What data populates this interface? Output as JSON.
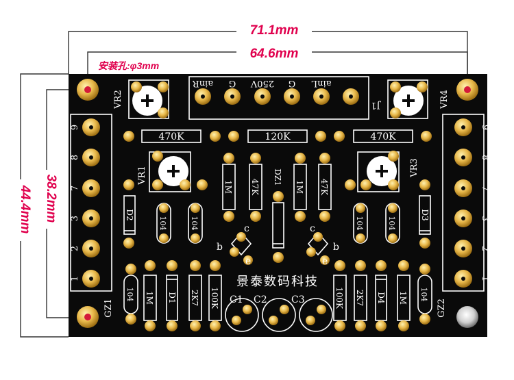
{
  "dimensions": {
    "overall_width": "71.1mm",
    "hole_spacing_width": "64.6mm",
    "overall_height": "44.4mm",
    "hole_spacing_height": "38.2mm",
    "mounting_hole": "安装孔:φ3mm"
  },
  "board": {
    "chinese_text": "景泰数码科技",
    "input_header": {
      "ref": "J1",
      "pins": [
        "ainR",
        "G",
        "250V",
        "G",
        "ainL"
      ]
    },
    "left_terminal": {
      "ref": "GZ1",
      "pins": [
        "9",
        "8",
        "7",
        "3",
        "2",
        "1"
      ]
    },
    "right_terminal": {
      "ref": "GZ2",
      "pins": [
        "9",
        "8",
        "7",
        "3",
        "2",
        "1"
      ]
    },
    "trimmers": [
      "VR1",
      "VR2",
      "VR3",
      "VR4"
    ],
    "resistors": {
      "r470k_left": "470K",
      "r120k": "120K",
      "r470k_right": "470K",
      "r1m_a": "1M",
      "r47k_a": "47K",
      "r1m_b": "1M",
      "r47k_b": "47K",
      "r1m_c": "1M",
      "r2k7_a": "2K7",
      "r100k_a": "100K",
      "r100k_b": "100K",
      "r2k7_b": "2K7",
      "r1m_d": "1M"
    },
    "diodes": {
      "dz1": "DZ1",
      "d2": "D2",
      "d3": "D3",
      "d1": "D1",
      "d4": "D4"
    },
    "capacitors_104": [
      "104",
      "104",
      "104",
      "104",
      "104",
      "104"
    ],
    "electrolytics": [
      "C1",
      "C2",
      "C3"
    ],
    "transistor_pins": {
      "b": "b",
      "c": "c",
      "e": "e"
    }
  },
  "colors": {
    "board": "#0a0a0a",
    "silk": "#ffffff",
    "pad": "#e8b84a",
    "dimension": "#e0004d"
  }
}
